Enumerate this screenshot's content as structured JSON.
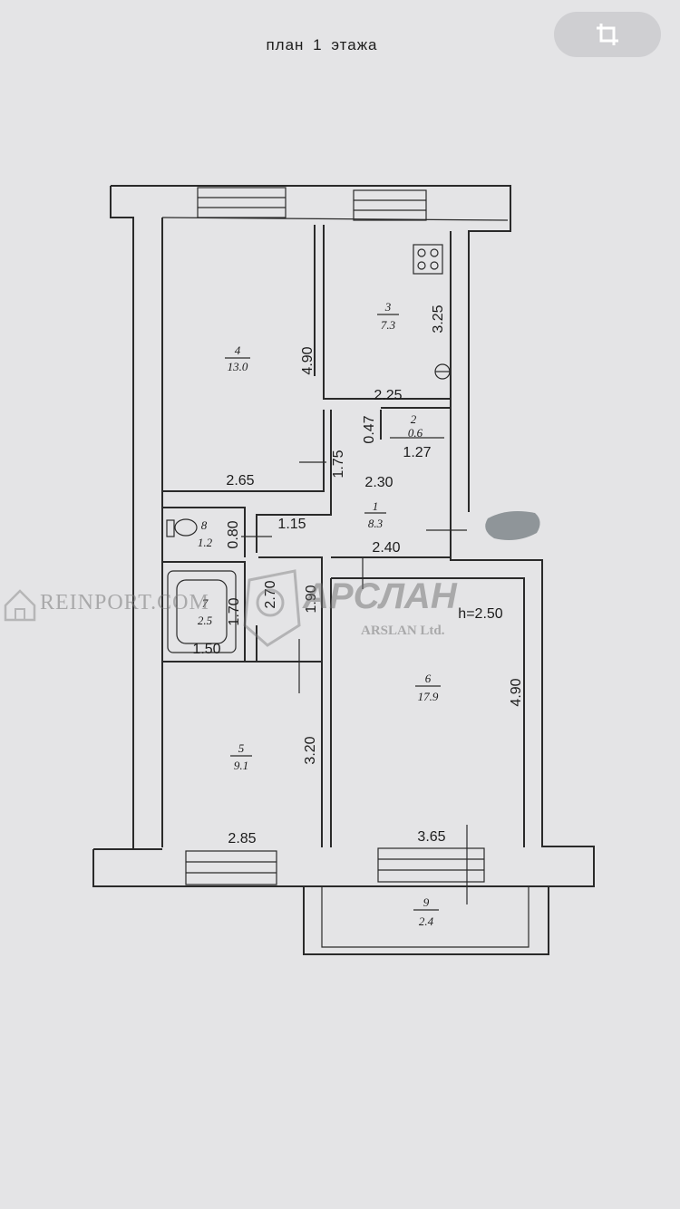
{
  "header": {
    "title": "план 1 этажа",
    "crop_icon": "crop-icon"
  },
  "rooms": [
    {
      "id": "room-1",
      "number": "1",
      "area": "8.3"
    },
    {
      "id": "room-2",
      "number": "2",
      "area": "0.6"
    },
    {
      "id": "room-3",
      "number": "3",
      "area": "7.3"
    },
    {
      "id": "room-4",
      "number": "4",
      "area": "13.0"
    },
    {
      "id": "room-5",
      "number": "5",
      "area": "9.1"
    },
    {
      "id": "room-6",
      "number": "6",
      "area": "17.9"
    },
    {
      "id": "room-7",
      "number": "7",
      "area": "2.5"
    },
    {
      "id": "room-8",
      "number": "8",
      "area": "1.2"
    },
    {
      "id": "room-9",
      "number": "9",
      "area": "2.4"
    }
  ],
  "dimensions": {
    "room4_height": "4.90",
    "room4_width": "2.65",
    "room3_height": "3.25",
    "room3_width": "2.25",
    "room2_height": "0.47",
    "room2_width": "1.27",
    "corridor_a": "1.75",
    "corridor_b": "2.30",
    "corridor_c": "1.15",
    "corridor_d": "2.40",
    "room8_height": "0.80",
    "room7_height": "1.70",
    "room7_width": "1.50",
    "room7_extra": "2.70",
    "corridor_e": "1.90",
    "ceiling": "h=2.50",
    "room6_height": "4.90",
    "room6_width": "3.65",
    "room5_height": "3.20",
    "room5_width": "2.85"
  },
  "watermarks": {
    "site": "REINPORT.COM",
    "brand": "АРСЛАН",
    "brand_latin": "ARSLAN Ltd."
  }
}
